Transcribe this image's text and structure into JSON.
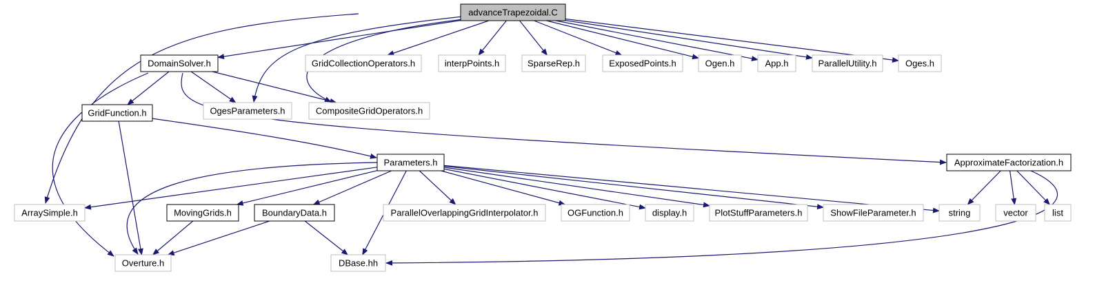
{
  "graph": {
    "root": "advanceTrapezoidal.C",
    "nodes": [
      {
        "id": "advanceTrapezoidal",
        "label": "advanceTrapezoidal.C",
        "style": "root"
      },
      {
        "id": "DomainSolver",
        "label": "DomainSolver.h",
        "style": "documented"
      },
      {
        "id": "GridCollectionOperators",
        "label": "GridCollectionOperators.h",
        "style": "external"
      },
      {
        "id": "interpPoints",
        "label": "interpPoints.h",
        "style": "external"
      },
      {
        "id": "SparseRep",
        "label": "SparseRep.h",
        "style": "external"
      },
      {
        "id": "ExposedPoints",
        "label": "ExposedPoints.h",
        "style": "external"
      },
      {
        "id": "Ogen",
        "label": "Ogen.h",
        "style": "external"
      },
      {
        "id": "App",
        "label": "App.h",
        "style": "external"
      },
      {
        "id": "ParallelUtility",
        "label": "ParallelUtility.h",
        "style": "external"
      },
      {
        "id": "Oges",
        "label": "Oges.h",
        "style": "external"
      },
      {
        "id": "GridFunction",
        "label": "GridFunction.h",
        "style": "documented"
      },
      {
        "id": "OgesParameters",
        "label": "OgesParameters.h",
        "style": "external"
      },
      {
        "id": "CompositeGridOperators",
        "label": "CompositeGridOperators.h",
        "style": "external"
      },
      {
        "id": "Parameters",
        "label": "Parameters.h",
        "style": "documented"
      },
      {
        "id": "ApproximateFactorization",
        "label": "ApproximateFactorization.h",
        "style": "documented"
      },
      {
        "id": "ArraySimple",
        "label": "ArraySimple.h",
        "style": "external"
      },
      {
        "id": "MovingGrids",
        "label": "MovingGrids.h",
        "style": "documented"
      },
      {
        "id": "BoundaryData",
        "label": "BoundaryData.h",
        "style": "documented"
      },
      {
        "id": "ParallelOverlappingGridInterpolator",
        "label": "ParallelOverlappingGridInterpolator.h",
        "style": "external"
      },
      {
        "id": "OGFunction",
        "label": "OGFunction.h",
        "style": "external"
      },
      {
        "id": "display",
        "label": "display.h",
        "style": "external"
      },
      {
        "id": "PlotStuffParameters",
        "label": "PlotStuffParameters.h",
        "style": "external"
      },
      {
        "id": "ShowFileParameter",
        "label": "ShowFileParameter.h",
        "style": "external"
      },
      {
        "id": "string",
        "label": "string",
        "style": "external"
      },
      {
        "id": "vector",
        "label": "vector",
        "style": "external"
      },
      {
        "id": "list",
        "label": "list",
        "style": "external"
      },
      {
        "id": "Overture",
        "label": "Overture.h",
        "style": "external"
      },
      {
        "id": "DBase",
        "label": "DBase.hh",
        "style": "external"
      }
    ],
    "edges": [
      {
        "from": "advanceTrapezoidal",
        "to": "DomainSolver"
      },
      {
        "from": "advanceTrapezoidal",
        "to": "GridCollectionOperators"
      },
      {
        "from": "advanceTrapezoidal",
        "to": "interpPoints"
      },
      {
        "from": "advanceTrapezoidal",
        "to": "SparseRep"
      },
      {
        "from": "advanceTrapezoidal",
        "to": "ExposedPoints"
      },
      {
        "from": "advanceTrapezoidal",
        "to": "Ogen"
      },
      {
        "from": "advanceTrapezoidal",
        "to": "App"
      },
      {
        "from": "advanceTrapezoidal",
        "to": "ParallelUtility"
      },
      {
        "from": "advanceTrapezoidal",
        "to": "Oges"
      },
      {
        "from": "advanceTrapezoidal",
        "to": "ArraySimple"
      },
      {
        "from": "advanceTrapezoidal",
        "to": "OgesParameters"
      },
      {
        "from": "advanceTrapezoidal",
        "to": "CompositeGridOperators"
      },
      {
        "from": "DomainSolver",
        "to": "GridFunction"
      },
      {
        "from": "DomainSolver",
        "to": "OgesParameters"
      },
      {
        "from": "DomainSolver",
        "to": "CompositeGridOperators"
      },
      {
        "from": "DomainSolver",
        "to": "ApproximateFactorization"
      },
      {
        "from": "DomainSolver",
        "to": "Overture"
      },
      {
        "from": "GridFunction",
        "to": "Parameters"
      },
      {
        "from": "GridFunction",
        "to": "Overture"
      },
      {
        "from": "Parameters",
        "to": "ArraySimple"
      },
      {
        "from": "Parameters",
        "to": "MovingGrids"
      },
      {
        "from": "Parameters",
        "to": "BoundaryData"
      },
      {
        "from": "Parameters",
        "to": "DBase"
      },
      {
        "from": "Parameters",
        "to": "ParallelOverlappingGridInterpolator"
      },
      {
        "from": "Parameters",
        "to": "OGFunction"
      },
      {
        "from": "Parameters",
        "to": "display"
      },
      {
        "from": "Parameters",
        "to": "PlotStuffParameters"
      },
      {
        "from": "Parameters",
        "to": "ShowFileParameter"
      },
      {
        "from": "Parameters",
        "to": "string"
      },
      {
        "from": "Parameters",
        "to": "Overture"
      },
      {
        "from": "MovingGrids",
        "to": "Overture"
      },
      {
        "from": "BoundaryData",
        "to": "Overture"
      },
      {
        "from": "BoundaryData",
        "to": "DBase"
      },
      {
        "from": "ApproximateFactorization",
        "to": "string"
      },
      {
        "from": "ApproximateFactorization",
        "to": "vector"
      },
      {
        "from": "ApproximateFactorization",
        "to": "list"
      },
      {
        "from": "ApproximateFactorization",
        "to": "DBase"
      }
    ]
  },
  "colors": {
    "edge": "#191970",
    "root_fill": "#bfbfbf",
    "root_border": "#000000",
    "documented_border": "#000000",
    "external_border": "#bfbfbf",
    "text": "#000000"
  }
}
